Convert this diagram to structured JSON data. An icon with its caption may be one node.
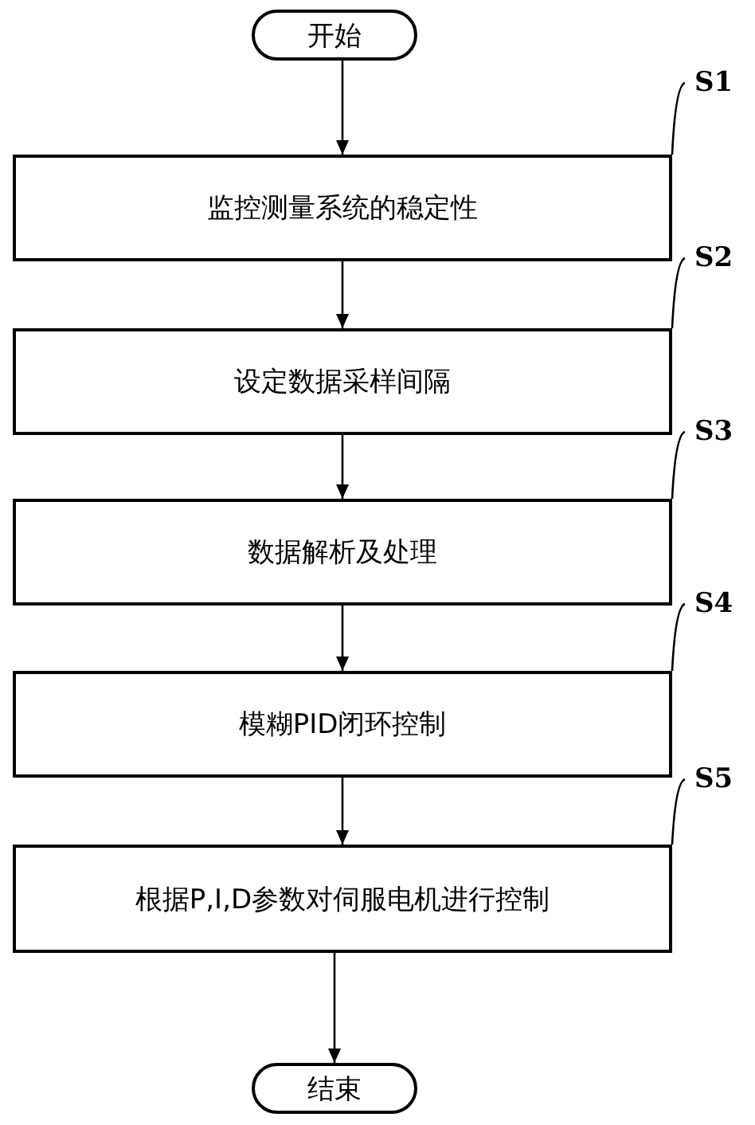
{
  "diagram": {
    "nodes": [
      {
        "text": [
          "开始"
        ]
      },
      {
        "text": [
          "S1"
        ]
      },
      {
        "text": [
          "监控测量系统的稳定性"
        ]
      },
      {
        "text": [
          "S2"
        ]
      },
      {
        "text": [
          "设定数据采样间隔"
        ]
      },
      {
        "text": [
          "S3"
        ]
      },
      {
        "text": [
          "数据解析及处理"
        ]
      },
      {
        "text": [
          "S4"
        ]
      },
      {
        "text": [
          "模糊PID闭环控制"
        ]
      },
      {
        "text": [
          "S5"
        ]
      },
      {
        "text": [
          "根据P,I,D参数对伺服电机进行控制"
        ]
      },
      {
        "text": [
          "结束"
        ]
      }
    ],
    "edges": [
      {
        "from": 0,
        "to": 2,
        "arrow": "to"
      },
      {
        "from": 2,
        "to": 4,
        "arrow": "to"
      },
      {
        "from": 4,
        "to": 6,
        "arrow": "to"
      },
      {
        "from": 6,
        "to": 8,
        "arrow": "to"
      },
      {
        "from": 8,
        "to": 10,
        "arrow": "to"
      },
      {
        "from": 10,
        "to": 11,
        "arrow": "to"
      },
      {
        "from": 1,
        "to": 2,
        "arrow": "none"
      },
      {
        "from": 3,
        "to": 4,
        "arrow": "none"
      },
      {
        "from": 5,
        "to": 6,
        "arrow": "none"
      },
      {
        "from": 7,
        "to": 8,
        "arrow": "none"
      },
      {
        "from": 9,
        "to": 10,
        "arrow": "none"
      }
    ]
  }
}
